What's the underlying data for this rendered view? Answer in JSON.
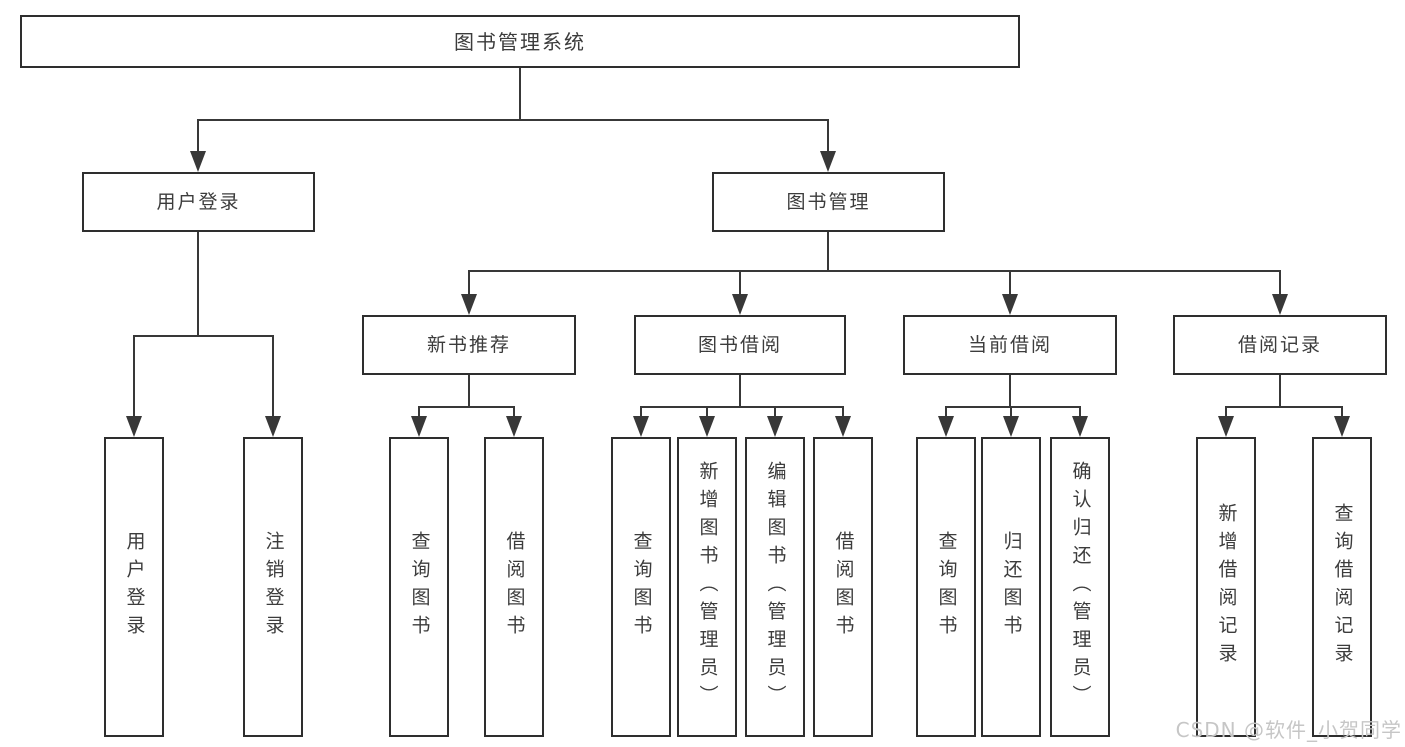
{
  "tree": {
    "root": "图书管理系统",
    "branches": [
      {
        "label": "用户登录",
        "leaves": [
          "用户登录",
          "注销登录"
        ]
      },
      {
        "label": "图书管理",
        "groups": [
          {
            "label": "新书推荐",
            "leaves": [
              "查询图书",
              "借阅图书"
            ]
          },
          {
            "label": "图书借阅",
            "leaves": [
              "查询图书",
              "新增图书（管理员）",
              "编辑图书（管理员）",
              "借阅图书"
            ]
          },
          {
            "label": "当前借阅",
            "leaves": [
              "查询图书",
              "归还图书",
              "确认归还（管理员）"
            ]
          },
          {
            "label": "借阅记录",
            "leaves": [
              "新增借阅记录",
              "查询借阅记录"
            ]
          }
        ]
      }
    ]
  },
  "watermark": {
    "text": "CSDN @软件_小贺同学",
    "color": "#c6c6c6"
  },
  "colors": {
    "line": "#383838",
    "box_border": "#2e2e2e",
    "text": "#3c3c3c",
    "background": "#ffffff"
  }
}
